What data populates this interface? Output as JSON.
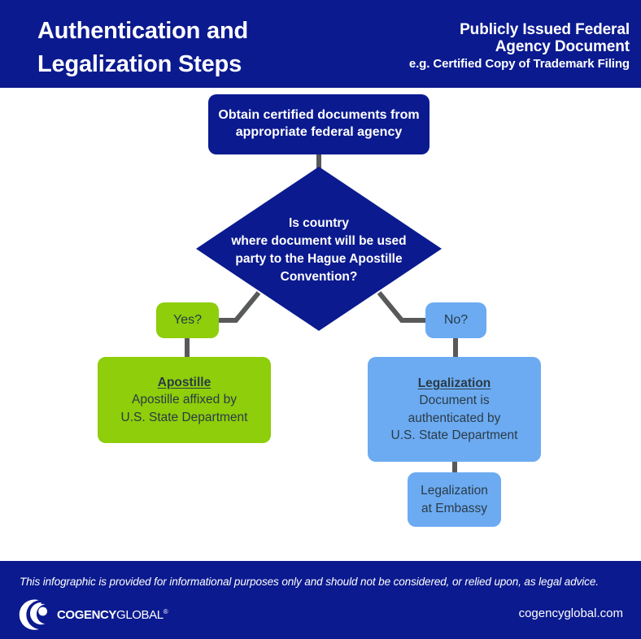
{
  "colors": {
    "navy": "#0b1a8f",
    "green": "#8ece0a",
    "light_blue": "#6cabf2",
    "connector_gray": "#58595b",
    "white": "#ffffff",
    "body_text": "#2b3b46"
  },
  "header": {
    "title_line1": "Authentication and",
    "title_line2": "Legalization Steps",
    "subtitle_line1": "Publicly Issued Federal",
    "subtitle_line2": "Agency Document",
    "subtitle_line3": "e.g. Certified Copy of Trademark Filing"
  },
  "flow": {
    "start": {
      "line1": "Obtain certified documents from",
      "line2": "appropriate federal agency"
    },
    "decision": {
      "line1": "Is country",
      "line2": "where document will be used",
      "line3": "party to the Hague Apostille",
      "line4": "Convention?"
    },
    "branch_yes": "Yes?",
    "branch_no": "No?",
    "apostille": {
      "heading": "Apostille",
      "line1": "Apostille affixed by",
      "line2": "U.S. State Department"
    },
    "legalization": {
      "heading": "Legalization",
      "line1": "Document is",
      "line2": "authenticated by",
      "line3": "U.S. State Department"
    },
    "embassy": {
      "line1": "Legalization",
      "line2": "at Embassy"
    }
  },
  "footer": {
    "disclaimer": "This infographic is provided for informational purposes only and should not be considered, or relied upon, as legal advice.",
    "logo_primary": "COGENCY",
    "logo_secondary": "GLOBAL",
    "logo_registered": "®",
    "website": "cogencyglobal.com"
  }
}
